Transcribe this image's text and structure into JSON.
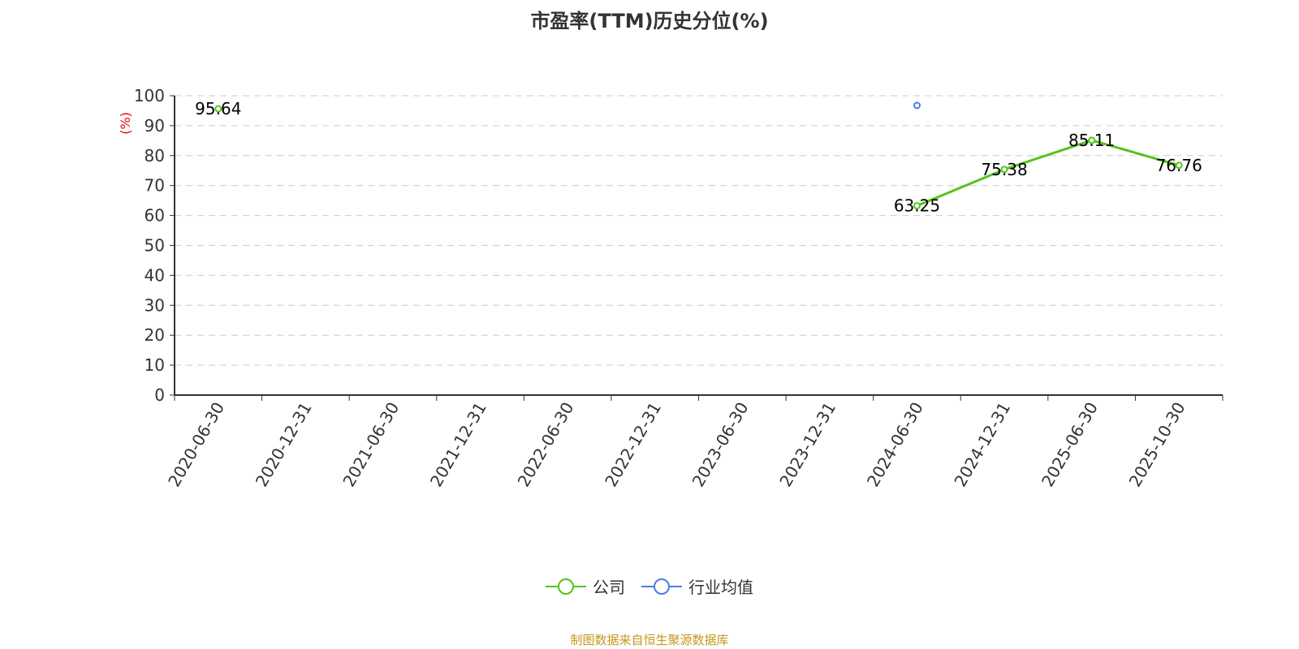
{
  "chart_data": {
    "type": "line",
    "title": "市盈率(TTM)历史分位(%)",
    "ylabel": "(%)",
    "xlabel": "",
    "ylim": [
      0,
      100
    ],
    "yticks": [
      0,
      10,
      20,
      30,
      40,
      50,
      60,
      70,
      80,
      90,
      100
    ],
    "grid": true,
    "legend_position": "bottom",
    "categories": [
      "2020-06-30",
      "2020-12-31",
      "2021-06-30",
      "2021-12-31",
      "2022-06-30",
      "2022-12-31",
      "2023-06-30",
      "2023-12-31",
      "2024-06-30",
      "2024-12-31",
      "2025-06-30",
      "2025-10-30"
    ],
    "series": [
      {
        "name": "公司",
        "color": "#52c41a",
        "values": [
          95.64,
          null,
          null,
          null,
          null,
          null,
          null,
          null,
          63.25,
          75.38,
          85.11,
          76.76
        ],
        "labels": true
      },
      {
        "name": "行业均值",
        "color": "#4a7fe0",
        "values": [
          null,
          null,
          null,
          null,
          null,
          null,
          null,
          null,
          96.75,
          null,
          null,
          null
        ],
        "labels": false
      }
    ]
  },
  "source": "制图数据来自恒生聚源数据库"
}
